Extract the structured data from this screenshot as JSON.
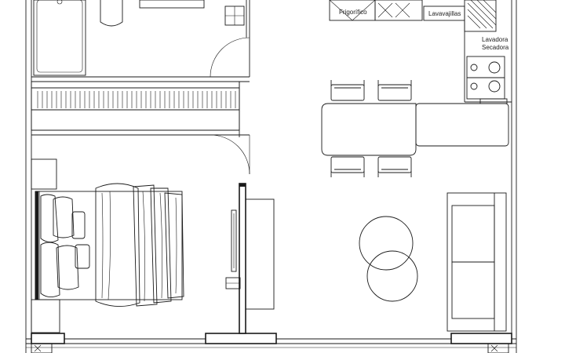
{
  "plan": {
    "labels": {
      "fridge": "Frigorífico",
      "dishwasher": "Lavavajillas",
      "washer_line1": "Lavadora",
      "washer_line2": "Secadora"
    }
  }
}
